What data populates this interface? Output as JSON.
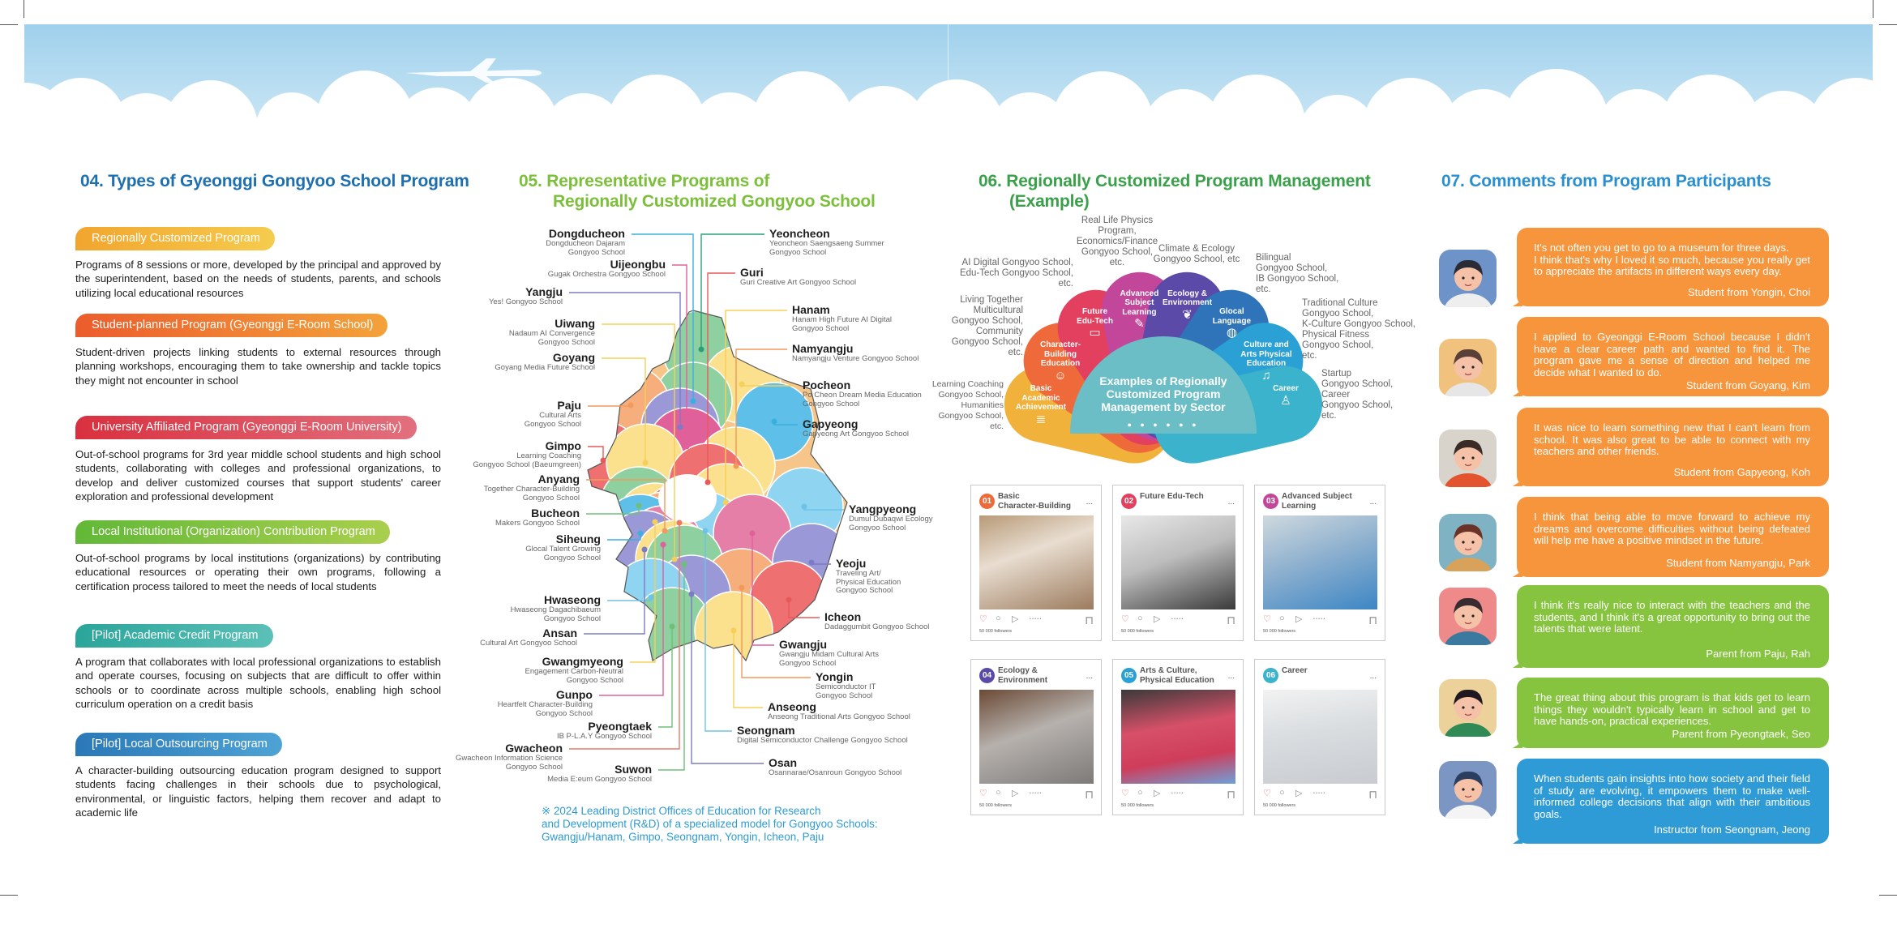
{
  "colors": {
    "title04": "#1e6fb0",
    "title05": "#7cbf3a",
    "title06": "#3aa04a",
    "title07": "#2a8fd0",
    "orange": "#f7953d",
    "green": "#86c33f",
    "blue": "#2e9ad6"
  },
  "s04": {
    "num": "04.",
    "title": "Types of Gyeonggi Gongyoo School Program",
    "items": [
      {
        "label": "Regionally Customized Program",
        "text": "Programs of 8 sessions or more, developed by the principal and approved by the superintendent, based on the needs of students, parents, and schools utilizing local educational resources"
      },
      {
        "label": "Student-planned Program (Gyeonggi E-Room School)",
        "text": "Student-driven projects linking students to external resources through planning workshops, encouraging them to take ownership and tackle topics they might not encounter in school"
      },
      {
        "label": "University Affiliated Program (Gyeonggi E-Room University)",
        "text": "Out-of-school programs for 3rd year middle school students and high school students, collaborating with colleges and professional organizations, to develop and deliver customized courses that support students' career exploration and professional development"
      },
      {
        "label": "Local Institutional (Organization) Contribution Program",
        "text": "Out-of-school programs by local institutions (organizations) by contributing educational resources or operating their own programs, following a certification process tailored to meet the needs of local students"
      },
      {
        "label": "[Pilot] Academic Credit Program",
        "text": "A program that collaborates with local professional organizations to establish and operate courses, focusing on subjects that are difficult to offer within schools or to coordinate across multiple schools, enabling high school curriculum operation on a credit basis"
      },
      {
        "label": "[Pilot] Local Outsourcing Program",
        "text": "A character-building outsourcing education program designed to support students facing challenges in their schools due to psychological, environmental, or linguistic factors, helping them recover and adapt to academic life"
      }
    ]
  },
  "s05": {
    "num": "05.",
    "title_line1": "Representative Programs of",
    "title_line2": "Regionally Customized Gongyoo School",
    "left": [
      {
        "name": "Dongducheon",
        "school": "Dongducheon Dajaram\nGongyoo School"
      },
      {
        "name": "Uijeongbu",
        "school": "Gugak Orchestra Gongyoo School"
      },
      {
        "name": "Yangju",
        "school": "Yes! Gongyoo School"
      },
      {
        "name": "Uiwang",
        "school": "Nadaum AI Convergence\nGongyoo School"
      },
      {
        "name": "Goyang",
        "school": "Goyang Media Future School"
      },
      {
        "name": "Paju",
        "school": "Cultural Arts\nGongyoo School"
      },
      {
        "name": "Gimpo",
        "school": "Learning Coaching\nGongyoo School (Baeumgreen)"
      },
      {
        "name": "Anyang",
        "school": "Together Character-Building\nGongyoo School"
      },
      {
        "name": "Bucheon",
        "school": "Makers Gongyoo School"
      },
      {
        "name": "Siheung",
        "school": "Glocal Talent Growing\nGongyoo School"
      },
      {
        "name": "Hwaseong",
        "school": "Hwaseong Dagachibaeum\nGongyoo School"
      },
      {
        "name": "Ansan",
        "school": "Cultural Art Gongyoo School"
      },
      {
        "name": "Gwangmyeong",
        "school": "Engagement Carbon-Neutral\nGongyoo School"
      },
      {
        "name": "Gunpo",
        "school": "Heartfelt Character-Building\nGongyoo School"
      },
      {
        "name": "Pyeongtaek",
        "school": "IB P-L.A.Y Gongyoo School"
      },
      {
        "name": "Gwacheon",
        "school": "Gwacheon Information Science\nGongyoo School"
      },
      {
        "name": "Suwon",
        "school": "Media E:eum Gongyoo School"
      }
    ],
    "right": [
      {
        "name": "Yeoncheon",
        "school": "Yeoncheon Saengsaeng Summer\nGongyoo School"
      },
      {
        "name": "Guri",
        "school": "Guri Creative Art Gongyoo School"
      },
      {
        "name": "Hanam",
        "school": "Hanam High Future AI Digital\nGongyoo School"
      },
      {
        "name": "Namyangju",
        "school": "Namyangju Venture Gongyoo School"
      },
      {
        "name": "Pocheon",
        "school": "Po Cheon Dream Media Education\nGongyoo School"
      },
      {
        "name": "Gapyeong",
        "school": "Gapyeong Art Gongyoo School"
      },
      {
        "name": "Yangpyeong",
        "school": "Dumul Dubaqwi Ecology\nGongyoo School"
      },
      {
        "name": "Yeoju",
        "school": "Traveling Art/\nPhysical Education\nGongyoo School"
      },
      {
        "name": "Icheon",
        "school": "Dadaggumbit Gongyoo School"
      },
      {
        "name": "Gwangju",
        "school": "Gwangju Midam Cultural Arts\nGongyoo School"
      },
      {
        "name": "Yongin",
        "school": "Semiconductor IT\nGongyoo School"
      },
      {
        "name": "Anseong",
        "school": "Anseong Traditional Arts Gongyoo School"
      },
      {
        "name": "Seongnam",
        "school": "Digital Semiconductor Challenge Gongyoo School"
      },
      {
        "name": "Osan",
        "school": "Osannarae/Osanroun Gongyoo School"
      }
    ],
    "footnote": "※ 2024 Leading District Offices of Education for Research\n    and Development (R&D) of a specialized model for Gongyoo Schools:\n    Gwangju/Hanam, Gimpo, Seongnam, Yongin, Icheon, Paju"
  },
  "s06": {
    "num": "06.",
    "title_line1": "Regionally Customized Program Management",
    "title_line2": "(Example)",
    "center": "Examples of Regionally\nCustomized Program\nManagement by Sector",
    "center_dots": "● ● ● ● ● ●",
    "petals": [
      {
        "label": "Basic\nAcademic\nAchievement",
        "icon": "books-icon",
        "glyph": "≣",
        "color": "#f0b23a",
        "examples": "Learning Coaching\nGongyoo School,\nHumanities\nGongyoo School,\netc."
      },
      {
        "label": "Character-\nBuilding\nEducation",
        "icon": "people-icon",
        "glyph": "☺",
        "color": "#ee6a3a",
        "examples": "Living Together\nMulticultural\nGongyoo School,\nCommunity\nGongyoo School,\netc."
      },
      {
        "label": "Future\nEdu-Tech",
        "icon": "monitor-icon",
        "glyph": "▭",
        "color": "#e2405e",
        "examples": "AI Digital Gongyoo School,\nEdu-Tech Gongyoo School,\netc."
      },
      {
        "label": "Advanced\nSubject\nLearning",
        "icon": "clipboard-icon",
        "glyph": "✎",
        "color": "#c2479a",
        "examples": "Real Life Physics\nProgram,\nEconomics/Finance\nGongyoo School,\netc."
      },
      {
        "label": "Ecology &\nEnvironment",
        "icon": "feather-icon",
        "glyph": "❦",
        "color": "#5b4aa8",
        "examples": "Climate & Ecology\nGongyoo School, etc"
      },
      {
        "label": "Glocal\nLanguage",
        "icon": "globe-icon",
        "glyph": "◍",
        "color": "#2f74b8",
        "examples": "Bilingual\nGongyoo School,\nIB Gongyoo School,\netc."
      },
      {
        "label": "Culture and\nArts Physical\nEducation",
        "icon": "music-note-icon",
        "glyph": "♫",
        "color": "#2aa0d4",
        "examples": "Traditional Culture\nGongyoo School,\nK-Culture Gongyoo School,\nPhysical Fitness\nGongyoo School,\netc."
      },
      {
        "label": "Career",
        "icon": "graduate-icon",
        "glyph": "♙",
        "color": "#3bb3cc",
        "examples": "Startup\nGongyoo School,\nCareer\nGongyoo School,\netc."
      }
    ],
    "cards": [
      {
        "num": "01",
        "title": "Basic\nCharacter-Building",
        "color": "#ee6a3a",
        "followers": "50 000 followers"
      },
      {
        "num": "02",
        "title": "Future Edu-Tech",
        "color": "#e2405e",
        "followers": "50 000 followers"
      },
      {
        "num": "03",
        "title": "Advanced Subject\nLearning",
        "color": "#c2479a",
        "followers": "50 000 followers"
      },
      {
        "num": "04",
        "title": "Ecology & Environment",
        "color": "#5b4aa8",
        "followers": "50 000 followers"
      },
      {
        "num": "05",
        "title": "Arts & Culture,\nPhysical Education",
        "color": "#2aa0d4",
        "followers": "50 000 followers"
      },
      {
        "num": "06",
        "title": "Career",
        "color": "#3bb3cc",
        "followers": "50 000 followers"
      }
    ],
    "card_more": "...",
    "card_dots": "• • • • •"
  },
  "s07": {
    "num": "07.",
    "title": "Comments from Program Participants",
    "comments": [
      {
        "text": "It's not often you get to go to a museum for three days.\nI think that's why I loved it so much, because you really get to appreciate the artifacts in different ways every day.",
        "who": "Student from Yongin, Choi",
        "color": "#f7953d"
      },
      {
        "text": "I applied to Gyeonggi E-Room School because I didn't have a clear career path and wanted to find it. The program gave me a sense of direction and helped me decide what I wanted to do.",
        "who": "Student from Goyang, Kim",
        "color": "#f7953d"
      },
      {
        "text": "It was nice to learn something new that I can't learn from school. It was also great to be able to connect with my teachers and other friends.",
        "who": "Student from Gapyeong, Koh",
        "color": "#f7953d"
      },
      {
        "text": "I think that being able to move forward to achieve my dreams and overcome difficulties without being defeated will help me have a positive mindset in the future.",
        "who": "Student from Namyangju, Park",
        "color": "#f7953d"
      },
      {
        "text": "I think it's really nice to interact with the teachers and the students, and I think it's a great opportunity to bring out the talents that were latent.",
        "who": "Parent from Paju, Rah",
        "color": "#86c33f"
      },
      {
        "text": "The great thing about this program is that kids get to learn things they wouldn't typically learn in school and get to have hands-on, practical experiences.",
        "who": "Parent from Pyeongtaek, Seo",
        "color": "#86c33f"
      },
      {
        "text": "When students gain insights into how society and their field of study are evolving, it empowers them to make well-informed college decisions that align with their ambitious goals.",
        "who": "Instructor from Seongnam, Jeong",
        "color": "#2e9ad6"
      }
    ]
  }
}
